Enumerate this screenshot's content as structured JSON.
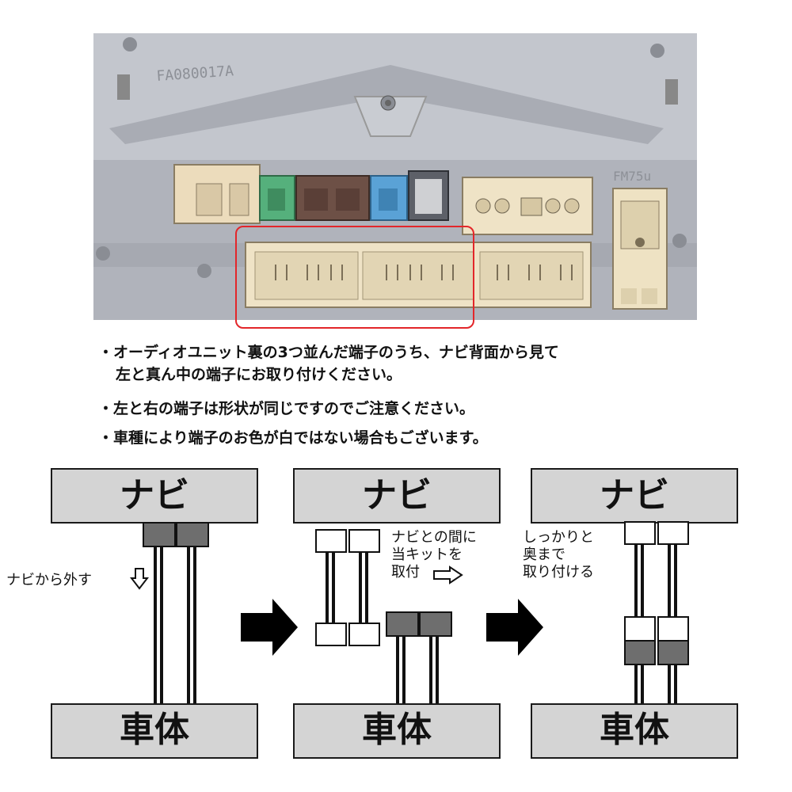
{
  "photo": {
    "serial_text": "FA080017A",
    "model_text": "FM75u"
  },
  "notes": [
    "・オーディオユニット裏の3つ並んだ端子のうち、ナビ背面から見て",
    "左と真ん中の端子にお取り付けください。",
    "・左と右の端子は形状が同じですのでご注意ください。",
    "・車種により端子のお色が白ではない場合もございます。"
  ],
  "diagram": {
    "panels": [
      {
        "top": "ナビ",
        "bottom": "車体",
        "label": "ナビから外す"
      },
      {
        "top": "ナビ",
        "bottom": "車体",
        "label_lines": [
          "ナビとの間に",
          "当キットを",
          "取付"
        ]
      },
      {
        "top": "ナビ",
        "bottom": "車体",
        "label_lines": [
          "しっかりと",
          "奥まで",
          "取り付ける"
        ]
      }
    ]
  },
  "colors": {
    "highlight": "#e3262a",
    "box_fill": "#d4d4d4",
    "connector_dark": "#6e6e6e"
  }
}
